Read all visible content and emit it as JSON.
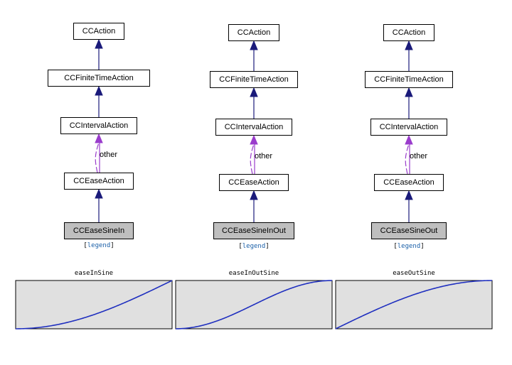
{
  "diagrams": [
    {
      "nodes": [
        "CCAction",
        "CCFiniteTimeAction",
        "CCIntervalAction",
        "CCEaseAction",
        "CCEaseSineIn"
      ],
      "edge_label": "other",
      "legend": {
        "open": "[",
        "link": "legend",
        "close": "]"
      }
    },
    {
      "nodes": [
        "CCAction",
        "CCFiniteTimeAction",
        "CCIntervalAction",
        "CCEaseAction",
        "CCEaseSineInOut"
      ],
      "edge_label": "other",
      "legend": {
        "open": "[",
        "link": "legend",
        "close": "]"
      }
    },
    {
      "nodes": [
        "CCAction",
        "CCFiniteTimeAction",
        "CCIntervalAction",
        "CCEaseAction",
        "CCEaseSineOut"
      ],
      "edge_label": "other",
      "legend": {
        "open": "[",
        "link": "legend",
        "close": "]"
      }
    }
  ],
  "curves": [
    {
      "title": "easeInSine",
      "easing": "sineIn"
    },
    {
      "title": "easeInOutSine",
      "easing": "sineInOut"
    },
    {
      "title": "easeOutSine",
      "easing": "sineOut"
    }
  ],
  "colors": {
    "inherit_edge": "#1a1a7a",
    "template_edge": "#9a3ccc",
    "leaf_fill": "#bfbfbf",
    "curve_line": "#1f2fbf",
    "plot_fill": "#e0e0e0",
    "legend_link": "#1a5fa8"
  }
}
